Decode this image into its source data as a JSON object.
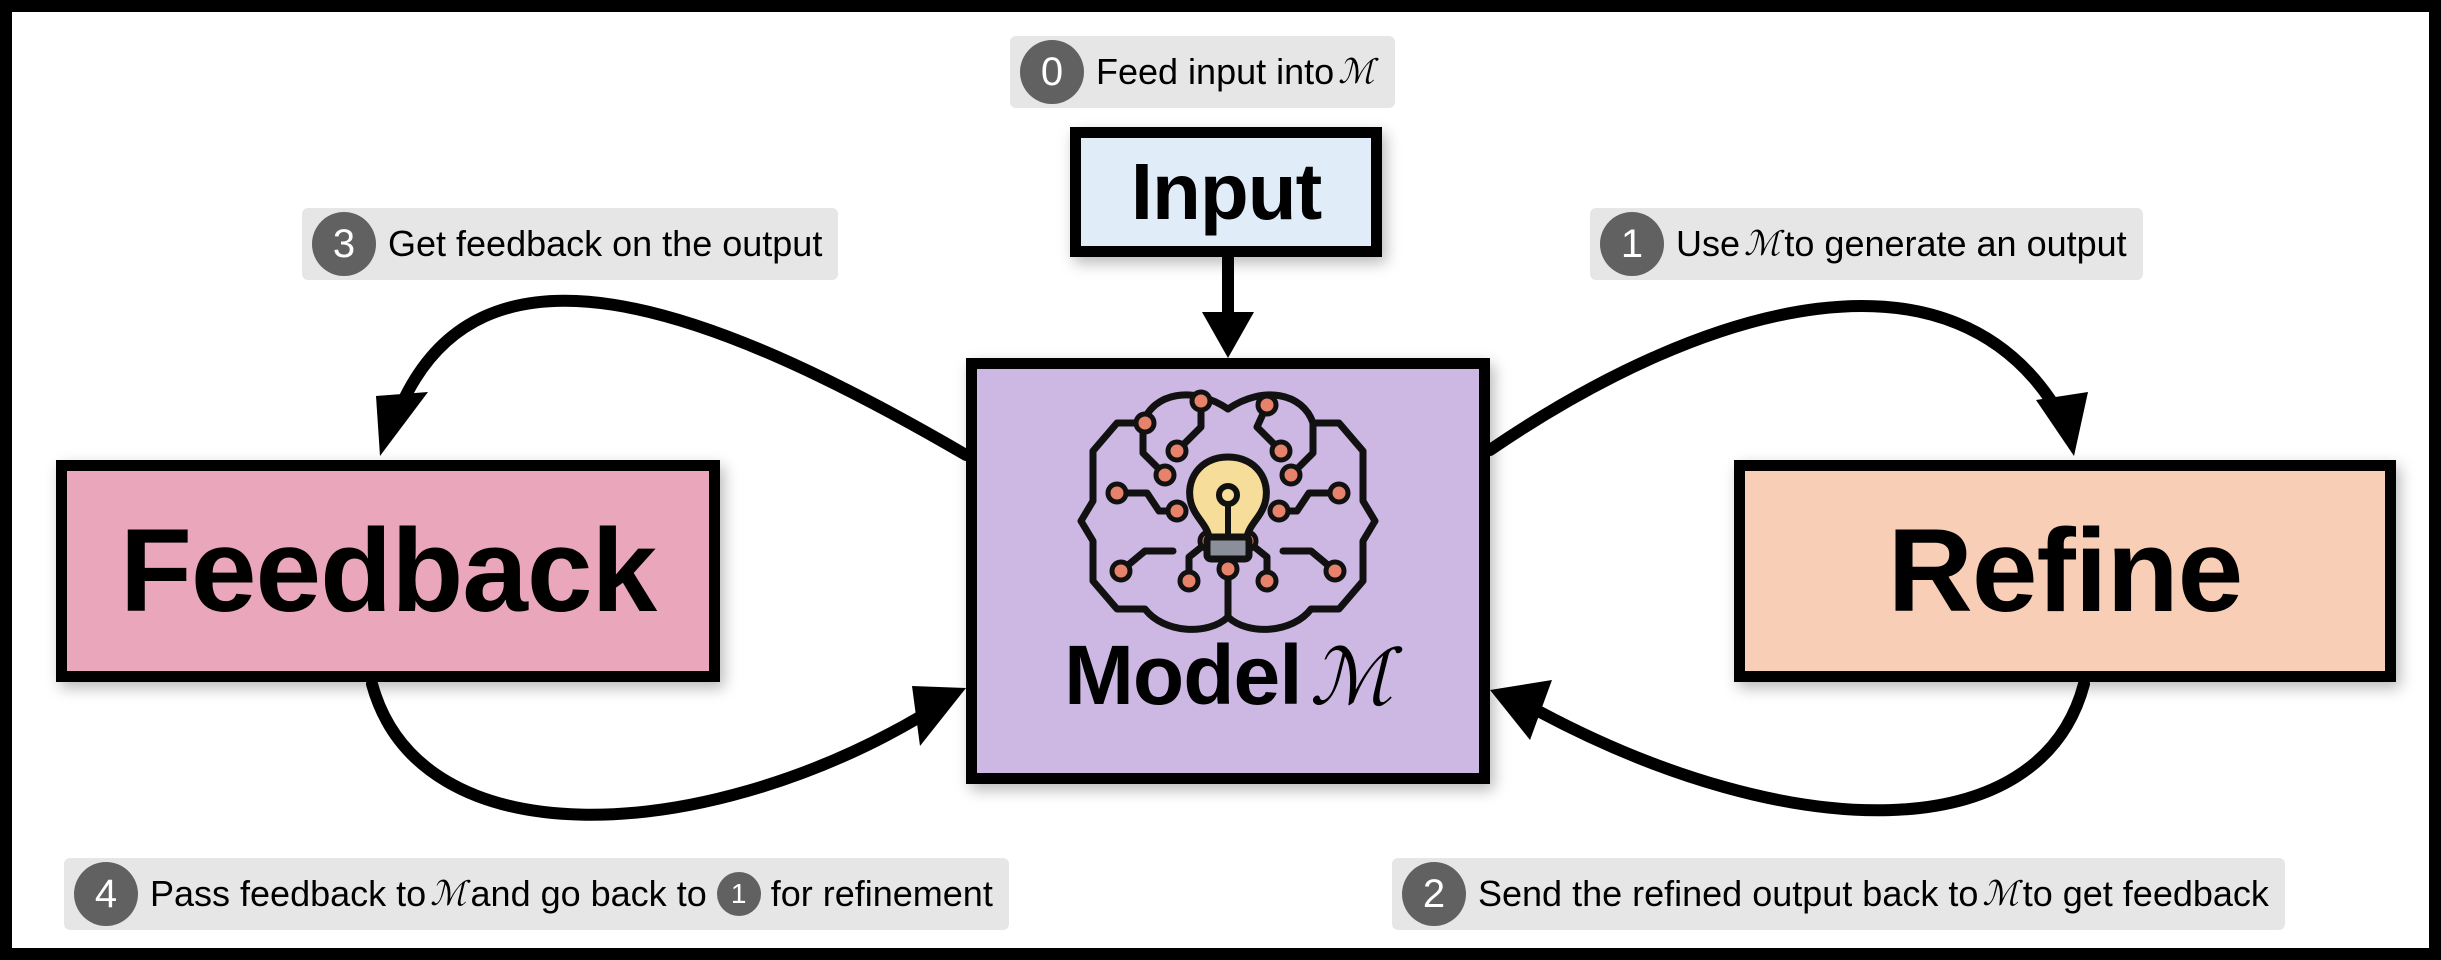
{
  "boxes": {
    "input": {
      "label": "Input",
      "fill": "#e0ecf8"
    },
    "model": {
      "label": "Model",
      "symbol": "ℳ",
      "fill": "#cdb8e4"
    },
    "feedback": {
      "label": "Feedback",
      "fill": "#eaa6ba"
    },
    "refine": {
      "label": "Refine",
      "fill": "#f8ceb7"
    }
  },
  "steps": [
    {
      "num": "0",
      "text": "Feed input into",
      "symbol": "ℳ"
    },
    {
      "num": "1",
      "pre": "Use",
      "symbol": "ℳ",
      "post": "to generate an output"
    },
    {
      "num": "2",
      "pre": "Send the refined output back to",
      "symbol": "ℳ",
      "post": "to get feedback"
    },
    {
      "num": "3",
      "text": "Get feedback on the output"
    },
    {
      "num": "4",
      "pre": "Pass feedback to",
      "symbol": "ℳ",
      "mid": "and go back to",
      "ref": "1",
      "post": "for refinement"
    }
  ],
  "colors": {
    "badge": "#616161",
    "step_background": "#e6e6e6",
    "icon_accent": "#e8836b",
    "bulb": "#f7dd9a"
  },
  "icons": {
    "model_icon": "brain-circuit-lightbulb-icon"
  }
}
